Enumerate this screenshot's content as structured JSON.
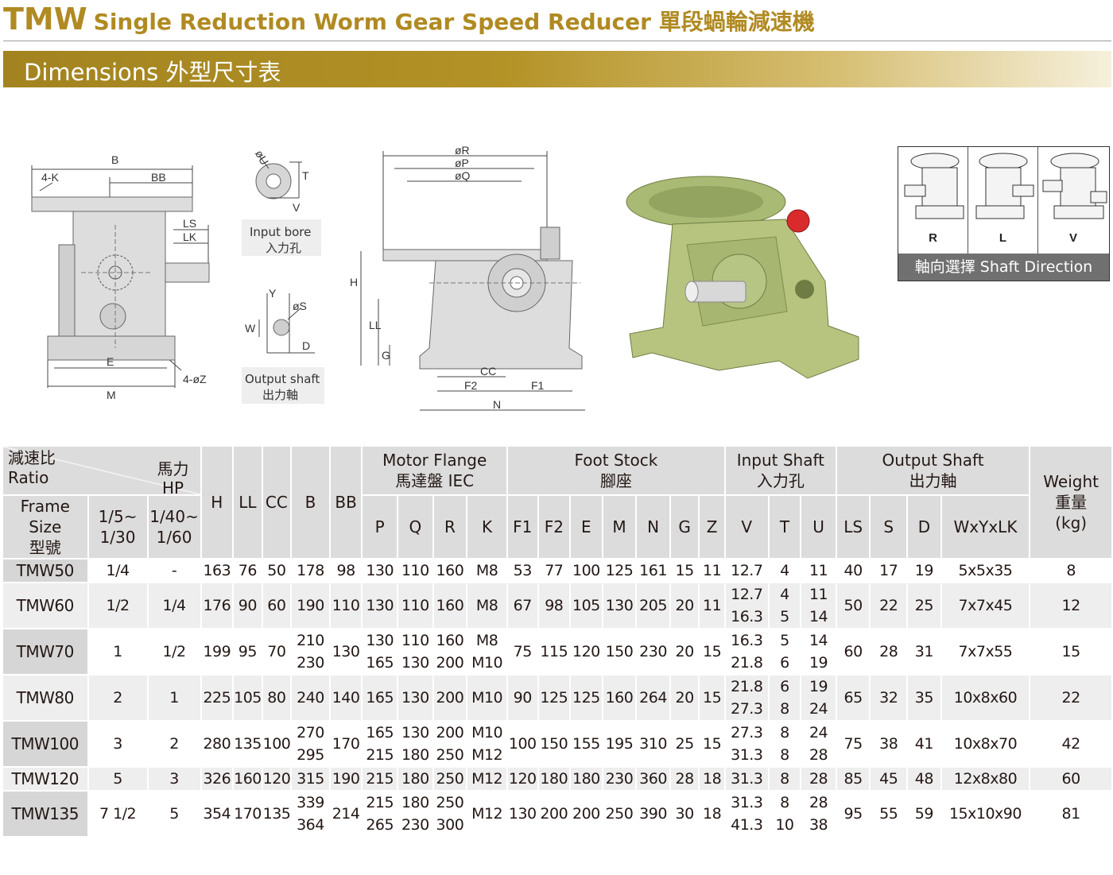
{
  "header": {
    "code": "TMW",
    "title": "Single Reduction Worm Gear Speed Reducer 單段蝸輪減速機",
    "section": "Dimensions  外型尺寸表"
  },
  "figures": {
    "front": {
      "B": "B",
      "BB": "BB",
      "K": "4-K",
      "LS": "LS",
      "LK": "LK",
      "E": "E",
      "M": "M",
      "Z": "4-øZ"
    },
    "input_bore": {
      "U": "øU",
      "T": "T",
      "V": "V",
      "caption_en": "Input bore",
      "caption_zh": "入力孔"
    },
    "output_shaft": {
      "Y": "Y",
      "W": "W",
      "S": "øS",
      "D": "D",
      "caption_en": "Output shaft",
      "caption_zh": "出力軸"
    },
    "side": {
      "R": "øR",
      "P": "øP",
      "Q": "øQ",
      "H": "H",
      "LL": "LL",
      "G": "G",
      "CC": "CC",
      "F2": "F2",
      "F1": "F1",
      "N": "N"
    },
    "shaft_direction": {
      "options": [
        "R",
        "L",
        "V"
      ],
      "caption": "軸向選擇  Shaft Direction"
    }
  },
  "table": {
    "ratio_label": [
      "減速比",
      "Ratio"
    ],
    "hp_label": [
      "馬力",
      "HP"
    ],
    "frame_label": [
      "Frame",
      "Size",
      "型號"
    ],
    "ratio_cols": [
      [
        "1/5~",
        "1/30"
      ],
      [
        "1/40~",
        "1/60"
      ]
    ],
    "single_cols": [
      "H",
      "LL",
      "CC",
      "B",
      "BB"
    ],
    "groups": [
      {
        "en": "Motor Flange",
        "zh": "馬達盤  IEC",
        "cols": [
          "P",
          "Q",
          "R",
          "K"
        ]
      },
      {
        "en": "Foot Stock",
        "zh": "腳座",
        "cols": [
          "F1",
          "F2",
          "E",
          "M",
          "N",
          "G",
          "Z"
        ]
      },
      {
        "en": "Input Shaft",
        "zh": "入力孔",
        "cols": [
          "V",
          "T",
          "U"
        ]
      },
      {
        "en": "Output Shaft",
        "zh": "出力軸",
        "cols": [
          "LS",
          "S",
          "D",
          "WxYxLK"
        ]
      }
    ],
    "weight_label": [
      "Weight",
      "重量",
      "(kg)"
    ],
    "rows": [
      {
        "frame": "TMW50",
        "r1": [
          "1/4"
        ],
        "r2": [
          "-"
        ],
        "H": [
          "163"
        ],
        "LL": [
          "76"
        ],
        "CC": [
          "50"
        ],
        "B": [
          "178"
        ],
        "BB": [
          "98"
        ],
        "P": [
          "130"
        ],
        "Q": [
          "110"
        ],
        "R": [
          "160"
        ],
        "K": [
          "M8"
        ],
        "F1": [
          "53"
        ],
        "F2": [
          "77"
        ],
        "E": [
          "100"
        ],
        "M": [
          "125"
        ],
        "N": [
          "161"
        ],
        "G": [
          "15"
        ],
        "Z": [
          "11"
        ],
        "V": [
          "12.7"
        ],
        "T": [
          "4"
        ],
        "U": [
          "11"
        ],
        "LS": [
          "40"
        ],
        "S": [
          "17"
        ],
        "D": [
          "19"
        ],
        "WYLK": [
          "5x5x35"
        ],
        "W": [
          "8"
        ]
      },
      {
        "frame": "TMW60",
        "r1": [
          "1/2"
        ],
        "r2": [
          "1/4"
        ],
        "H": [
          "176"
        ],
        "LL": [
          "90"
        ],
        "CC": [
          "60"
        ],
        "B": [
          "190"
        ],
        "BB": [
          "110"
        ],
        "P": [
          "130"
        ],
        "Q": [
          "110"
        ],
        "R": [
          "160"
        ],
        "K": [
          "M8"
        ],
        "F1": [
          "67"
        ],
        "F2": [
          "98"
        ],
        "E": [
          "105"
        ],
        "M": [
          "130"
        ],
        "N": [
          "205"
        ],
        "G": [
          "20"
        ],
        "Z": [
          "11"
        ],
        "V": [
          "12.7",
          "16.3"
        ],
        "T": [
          "4",
          "5"
        ],
        "U": [
          "11",
          "14"
        ],
        "LS": [
          "50"
        ],
        "S": [
          "22"
        ],
        "D": [
          "25"
        ],
        "WYLK": [
          "7x7x45"
        ],
        "W": [
          "12"
        ]
      },
      {
        "frame": "TMW70",
        "r1": [
          "1"
        ],
        "r2": [
          "1/2"
        ],
        "H": [
          "199"
        ],
        "LL": [
          "95"
        ],
        "CC": [
          "70"
        ],
        "B": [
          "210",
          "230"
        ],
        "BB": [
          "130"
        ],
        "P": [
          "130",
          "165"
        ],
        "Q": [
          "110",
          "130"
        ],
        "R": [
          "160",
          "200"
        ],
        "K": [
          "M8",
          "M10"
        ],
        "F1": [
          "75"
        ],
        "F2": [
          "115"
        ],
        "E": [
          "120"
        ],
        "M": [
          "150"
        ],
        "N": [
          "230"
        ],
        "G": [
          "20"
        ],
        "Z": [
          "15"
        ],
        "V": [
          "16.3",
          "21.8"
        ],
        "T": [
          "5",
          "6"
        ],
        "U": [
          "14",
          "19"
        ],
        "LS": [
          "60"
        ],
        "S": [
          "28"
        ],
        "D": [
          "31"
        ],
        "WYLK": [
          "7x7x55"
        ],
        "W": [
          "15"
        ]
      },
      {
        "frame": "TMW80",
        "r1": [
          "2"
        ],
        "r2": [
          "1"
        ],
        "H": [
          "225"
        ],
        "LL": [
          "105"
        ],
        "CC": [
          "80"
        ],
        "B": [
          "240"
        ],
        "BB": [
          "140"
        ],
        "P": [
          "165"
        ],
        "Q": [
          "130"
        ],
        "R": [
          "200"
        ],
        "K": [
          "M10"
        ],
        "F1": [
          "90"
        ],
        "F2": [
          "125"
        ],
        "E": [
          "125"
        ],
        "M": [
          "160"
        ],
        "N": [
          "264"
        ],
        "G": [
          "20"
        ],
        "Z": [
          "15"
        ],
        "V": [
          "21.8",
          "27.3"
        ],
        "T": [
          "6",
          "8"
        ],
        "U": [
          "19",
          "24"
        ],
        "LS": [
          "65"
        ],
        "S": [
          "32"
        ],
        "D": [
          "35"
        ],
        "WYLK": [
          "10x8x60"
        ],
        "W": [
          "22"
        ]
      },
      {
        "frame": "TMW100",
        "r1": [
          "3"
        ],
        "r2": [
          "2"
        ],
        "H": [
          "280"
        ],
        "LL": [
          "135"
        ],
        "CC": [
          "100"
        ],
        "B": [
          "270",
          "295"
        ],
        "BB": [
          "170"
        ],
        "P": [
          "165",
          "215"
        ],
        "Q": [
          "130",
          "180"
        ],
        "R": [
          "200",
          "250"
        ],
        "K": [
          "M10",
          "M12"
        ],
        "F1": [
          "100"
        ],
        "F2": [
          "150"
        ],
        "E": [
          "155"
        ],
        "M": [
          "195"
        ],
        "N": [
          "310"
        ],
        "G": [
          "25"
        ],
        "Z": [
          "15"
        ],
        "V": [
          "27.3",
          "31.3"
        ],
        "T": [
          "8",
          "8"
        ],
        "U": [
          "24",
          "28"
        ],
        "LS": [
          "75"
        ],
        "S": [
          "38"
        ],
        "D": [
          "41"
        ],
        "WYLK": [
          "10x8x70"
        ],
        "W": [
          "42"
        ]
      },
      {
        "frame": "TMW120",
        "r1": [
          "5"
        ],
        "r2": [
          "3"
        ],
        "H": [
          "326"
        ],
        "LL": [
          "160"
        ],
        "CC": [
          "120"
        ],
        "B": [
          "315"
        ],
        "BB": [
          "190"
        ],
        "P": [
          "215"
        ],
        "Q": [
          "180"
        ],
        "R": [
          "250"
        ],
        "K": [
          "M12"
        ],
        "F1": [
          "120"
        ],
        "F2": [
          "180"
        ],
        "E": [
          "180"
        ],
        "M": [
          "230"
        ],
        "N": [
          "360"
        ],
        "G": [
          "28"
        ],
        "Z": [
          "18"
        ],
        "V": [
          "31.3"
        ],
        "T": [
          "8"
        ],
        "U": [
          "28"
        ],
        "LS": [
          "85"
        ],
        "S": [
          "45"
        ],
        "D": [
          "48"
        ],
        "WYLK": [
          "12x8x80"
        ],
        "W": [
          "60"
        ]
      },
      {
        "frame": "TMW135",
        "r1": [
          "7 1/2"
        ],
        "r2": [
          "5"
        ],
        "H": [
          "354"
        ],
        "LL": [
          "170"
        ],
        "CC": [
          "135"
        ],
        "B": [
          "339",
          "364"
        ],
        "BB": [
          "214"
        ],
        "P": [
          "215",
          "265"
        ],
        "Q": [
          "180",
          "230"
        ],
        "R": [
          "250",
          "300"
        ],
        "K": [
          "M12"
        ],
        "F1": [
          "130"
        ],
        "F2": [
          "200"
        ],
        "E": [
          "200"
        ],
        "M": [
          "250"
        ],
        "N": [
          "390"
        ],
        "G": [
          "30"
        ],
        "Z": [
          "18"
        ],
        "V": [
          "31.3",
          "41.3"
        ],
        "T": [
          "8",
          "10"
        ],
        "U": [
          "28",
          "38"
        ],
        "LS": [
          "95"
        ],
        "S": [
          "55"
        ],
        "D": [
          "59"
        ],
        "WYLK": [
          "15x10x90"
        ],
        "W": [
          "81"
        ]
      }
    ]
  }
}
